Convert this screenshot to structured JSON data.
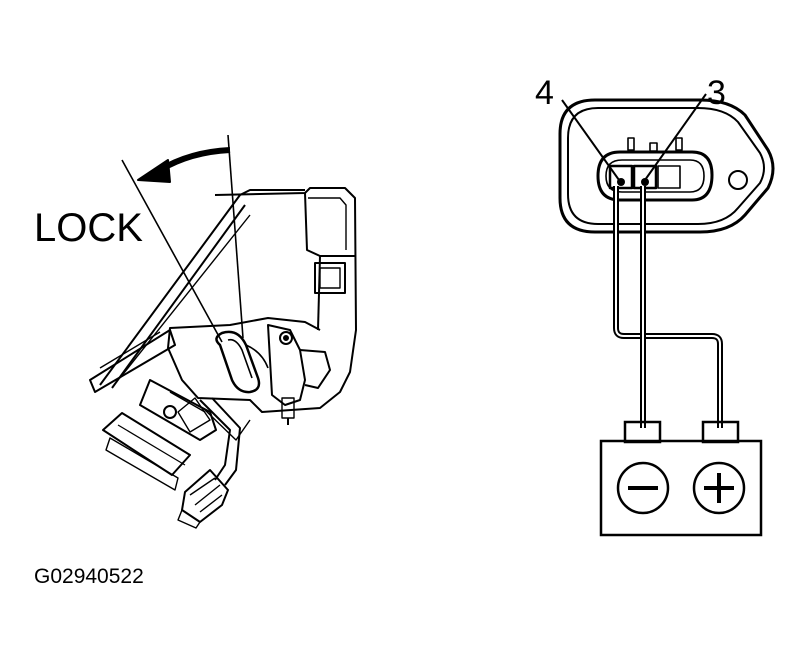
{
  "labels": {
    "lock": "LOCK",
    "pin_4": "4",
    "pin_3": "3",
    "figure_code": "G02940522"
  },
  "battery": {
    "negative_symbol": "minus-icon",
    "positive_symbol": "plus-icon"
  },
  "colors": {
    "ink": "#000000",
    "paper": "#ffffff"
  }
}
